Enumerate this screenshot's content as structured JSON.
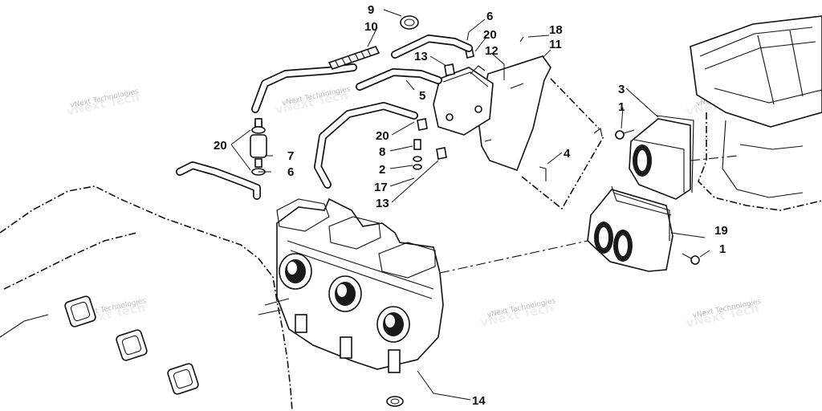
{
  "watermarks": [
    "vNext Technologies",
    "vNext Technologies",
    "vNext Technologies",
    "vNext Technologies",
    "vNext Technologies"
  ],
  "callouts": {
    "c9": "9",
    "c10": "10",
    "c6_top": "6",
    "c20_top": "20",
    "c18": "18",
    "c11": "11",
    "c13_top": "13",
    "c12": "12",
    "c5": "5",
    "c20_mid": "20",
    "c8": "8",
    "c2": "2",
    "c17": "17",
    "c13_bottom": "13",
    "c20_left": "20",
    "c7": "7",
    "c6_left": "6",
    "c4": "4",
    "c3": "3",
    "c1_top": "1",
    "c19": "19",
    "c1_bottom": "1",
    "c14": "14"
  }
}
